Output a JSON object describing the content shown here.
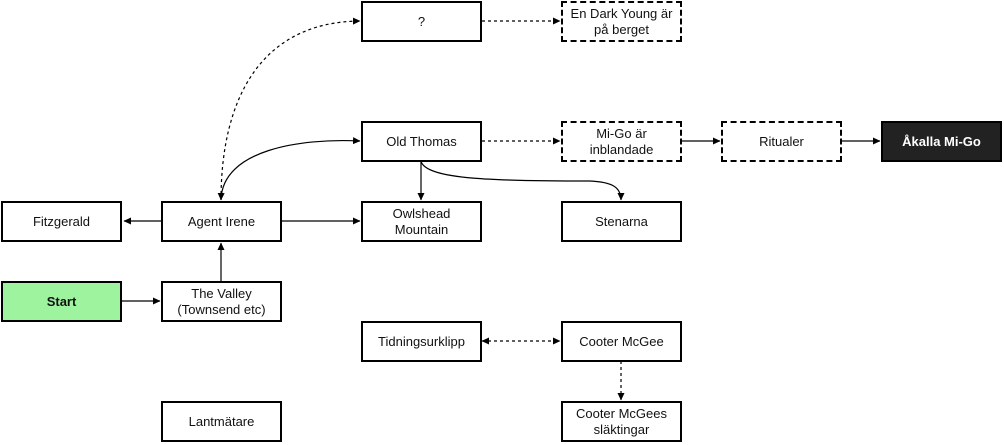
{
  "nodes": {
    "question": "?",
    "dark_young": "En Dark Young är på berget",
    "old_thomas": "Old Thomas",
    "mi_go_involved": "Mi-Go är inblandade",
    "ritualer": "Ritualer",
    "akalla_mi_go": "Åkalla Mi-Go",
    "fitzgerald": "Fitzgerald",
    "agent_irene": "Agent Irene",
    "owlshead": "Owlshead Mountain",
    "stenarna": "Stenarna",
    "start": "Start",
    "the_valley": "The Valley (Townsend etc)",
    "tidningsurklipp": "Tidningsurklipp",
    "cooter_mcgee": "Cooter McGee",
    "lantmatare": "Lantmätare",
    "cooter_relatives": "Cooter McGees släktingar"
  },
  "colors": {
    "start_fill": "#9ef49e",
    "dark_fill": "#222222",
    "border": "#000000"
  }
}
